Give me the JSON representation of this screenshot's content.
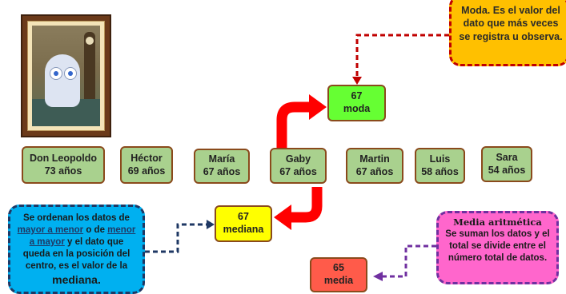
{
  "people": [
    {
      "name": "Don Leopoldo",
      "age": "73 años"
    },
    {
      "name": "Héctor",
      "age": "69 años"
    },
    {
      "name": "María",
      "age": "67 años"
    },
    {
      "name": "Gaby",
      "age": "67 años"
    },
    {
      "name": "Martin",
      "age": "67 años"
    },
    {
      "name": "Luis",
      "age": "58 años"
    },
    {
      "name": "Sara",
      "age": "54 años"
    }
  ],
  "results": {
    "moda": {
      "value": "67",
      "label": "moda",
      "color": "#66ff33"
    },
    "mediana": {
      "value": "67",
      "label": "mediana",
      "color": "#ffff00"
    },
    "media": {
      "value": "65",
      "label": "media",
      "color": "#ff5b4a"
    }
  },
  "callouts": {
    "moda": {
      "text": "Moda. Es el valor del dato que más veces se registra u observa.",
      "fill": "#ffc000",
      "border": "#c00000"
    },
    "mediana": {
      "part1": "Se ordenan los datos de",
      "link1": "mayor a menor",
      "part2": "o de",
      "link2": "menor a mayor",
      "part3": "y el dato que queda en la posición del centro, es el valor de la",
      "emphasis": "mediana.",
      "fill": "#00b0f0",
      "border": "#1f3864"
    },
    "media": {
      "heading": "Media aritmética",
      "text": "Se suman los datos y el total se divide entre el número total de datos.",
      "fill": "#ff66cc",
      "border": "#7030a0"
    }
  },
  "colors": {
    "person_box": "#a9d18e",
    "box_border": "#8a4a1c",
    "arrow": "#ff0000",
    "frame": "#6b3a1a"
  },
  "icons": {
    "portrait": "framed-portrait-character",
    "arrow_up": "curved-arrow-up",
    "arrow_down": "curved-arrow-down"
  }
}
